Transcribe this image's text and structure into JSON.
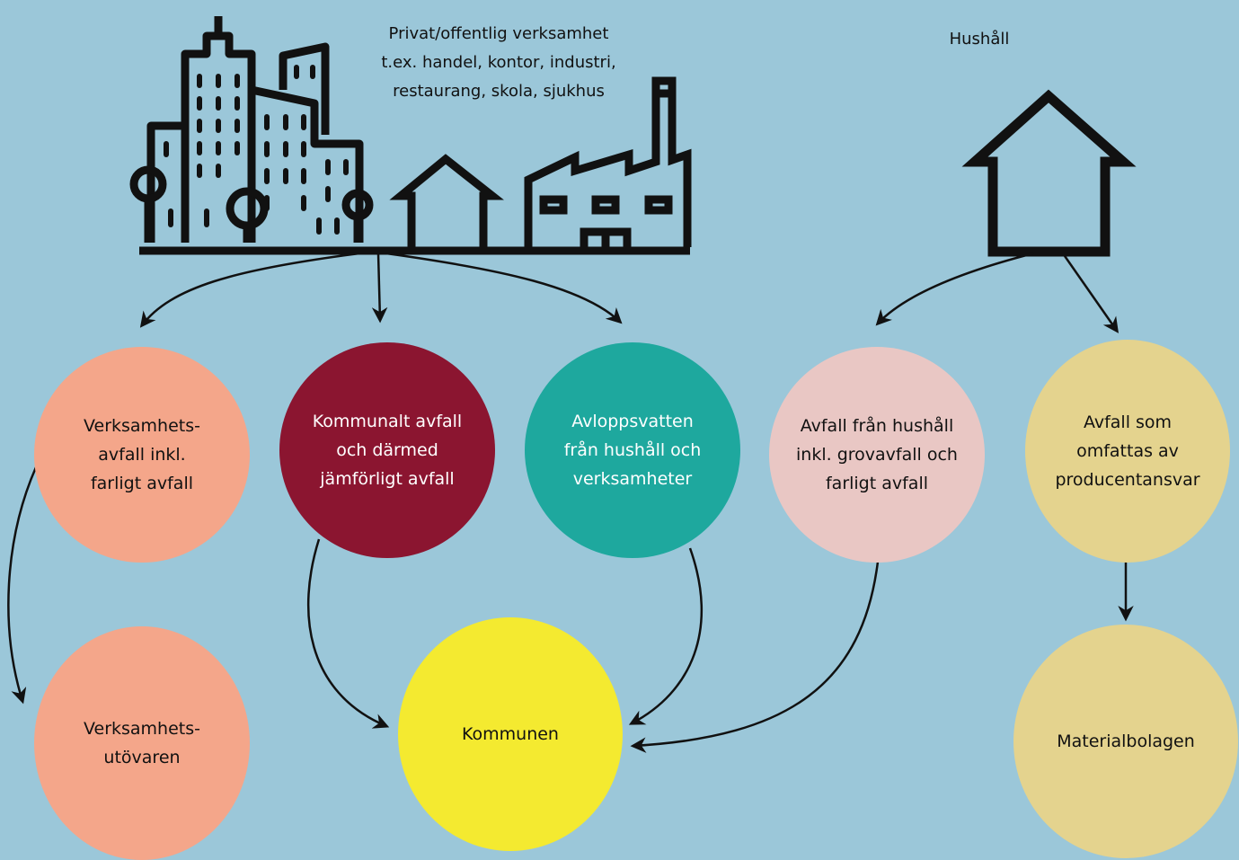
{
  "labels": {
    "business": "Privat/offentlig verksamhet\nt.ex. handel, kontor, industri,\nrestaurang, skola, sjukhus",
    "household": "Hushåll"
  },
  "nodes": {
    "verksamhetsavfall": "Verksamhets-\navfall inkl.\nfarligt avfall",
    "kommunalt": "Kommunalt avfall\noch därmed\njämförligt avfall",
    "avloppsvatten": "Avloppsvatten\nfrån hushåll och\nverksamheter",
    "hushallsavfall": "Avfall från hushåll\ninkl. grovavfall och\nfarligt avfall",
    "producentansvar": "Avfall som\nomfattas av\nproducentansvar",
    "verksamhetsutovaren": "Verksamhets-\nutövaren",
    "kommunen": "Kommunen",
    "materialbolagen": "Materialbolagen"
  },
  "colors": {
    "background": "#9bc7d9",
    "salmon": "#f4a68a",
    "burgundy": "#8b1530",
    "teal": "#1ea89e",
    "pink": "#e9c7c4",
    "sand": "#e4d38e",
    "yellow": "#f4ea30",
    "ink": "#111111"
  },
  "icons": [
    "city-buildings-icon",
    "small-house-icon",
    "factory-icon",
    "household-house-icon",
    "arrow-icon"
  ]
}
